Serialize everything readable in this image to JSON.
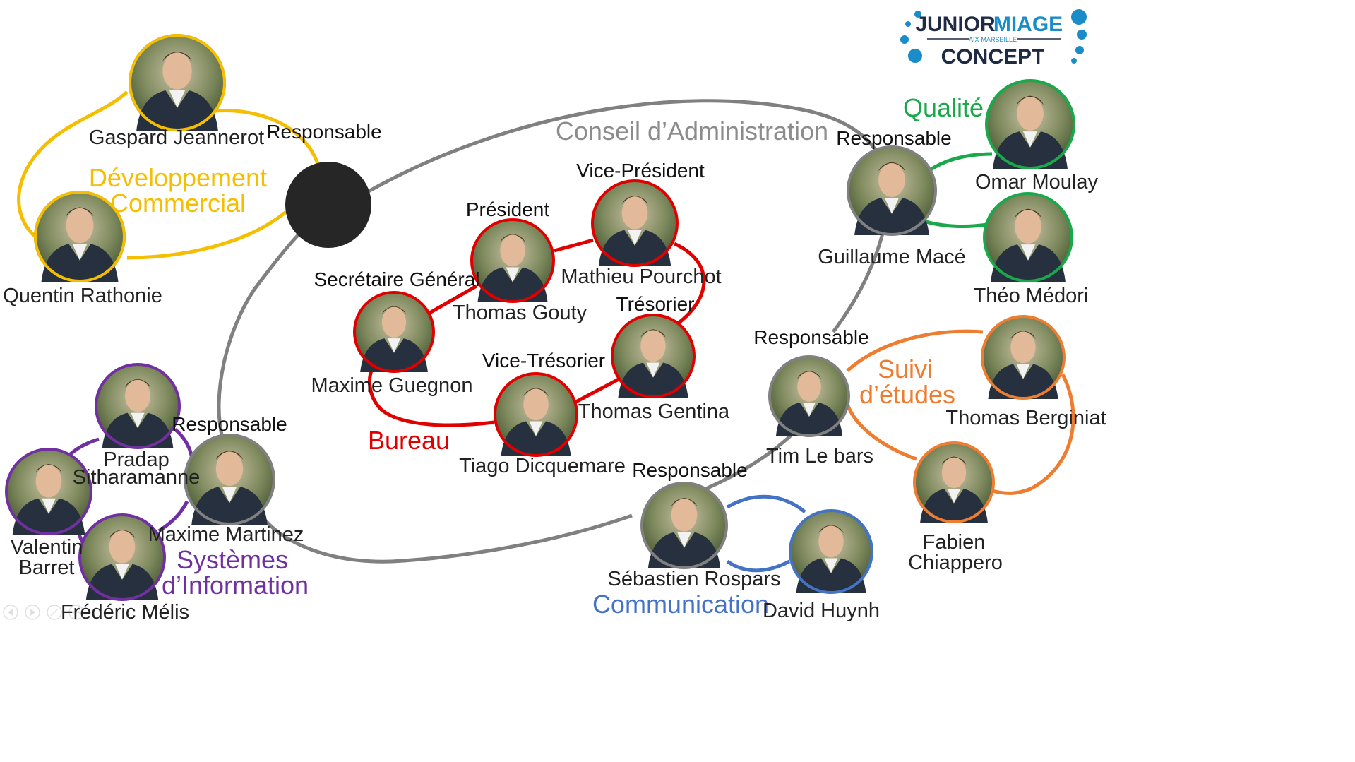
{
  "colors": {
    "background": "#ffffff",
    "conseil": "#808080",
    "bureau": "#e00000",
    "dev": "#f5be00",
    "qualite": "#1aa84a",
    "suivi": "#ee7d31",
    "si": "#7030a0",
    "communication": "#4472c4",
    "logo_blue": "#1a8cc7",
    "logo_text": "#1f2a44"
  },
  "logo": {
    "line1_a": "JUNIOR",
    "line1_b": "MIAGE",
    "subtitle": "AIX-MARSEILLE",
    "line2": "CONCEPT"
  },
  "groups": {
    "conseil": {
      "label": "Conseil d’Administration"
    },
    "bureau": {
      "label": "Bureau"
    },
    "dev": {
      "label_line1": "Développement",
      "label_line2": "Commercial"
    },
    "qualite": {
      "label": "Qualité"
    },
    "suivi": {
      "label_line1": "Suivi",
      "label_line2": "d’études"
    },
    "si": {
      "label_line1": "Systèmes",
      "label_line2": "d’Information"
    },
    "communication": {
      "label": "Communication"
    }
  },
  "roles": {
    "responsable": "Responsable",
    "president": "Président",
    "vice_president": "Vice-Président",
    "secretaire": "Secrétaire Général",
    "tresorier": "Trésorier",
    "vice_tresorier": "Vice-Trésorier"
  },
  "people": {
    "gaspard": "Gaspard Jeannerot",
    "quentin": "Quentin Rathonie",
    "thomas_gouty": "Thomas Gouty",
    "mathieu": "Mathieu Pourchot",
    "maxime_g": "Maxime Guegnon",
    "thomas_gentina": "Thomas Gentina",
    "tiago": "Tiago Dicquemare",
    "guillaume": "Guillaume Macé",
    "omar": "Omar Moulay",
    "theo": "Théo Médori",
    "tim": "Tim Le bars",
    "thomas_berginiat": "Thomas Berginiat",
    "fabien_1": "Fabien",
    "fabien_2": "Chiappero",
    "sebastien": "Sébastien Rospars",
    "david": "David Huynh",
    "maxime_m": "Maxime Martinez",
    "pradap_1": "Pradap",
    "pradap_2": "Sitharamanne",
    "valentin_1": "Valentin",
    "valentin_2": "Barret",
    "frederic": "Frédéric Mélis"
  }
}
